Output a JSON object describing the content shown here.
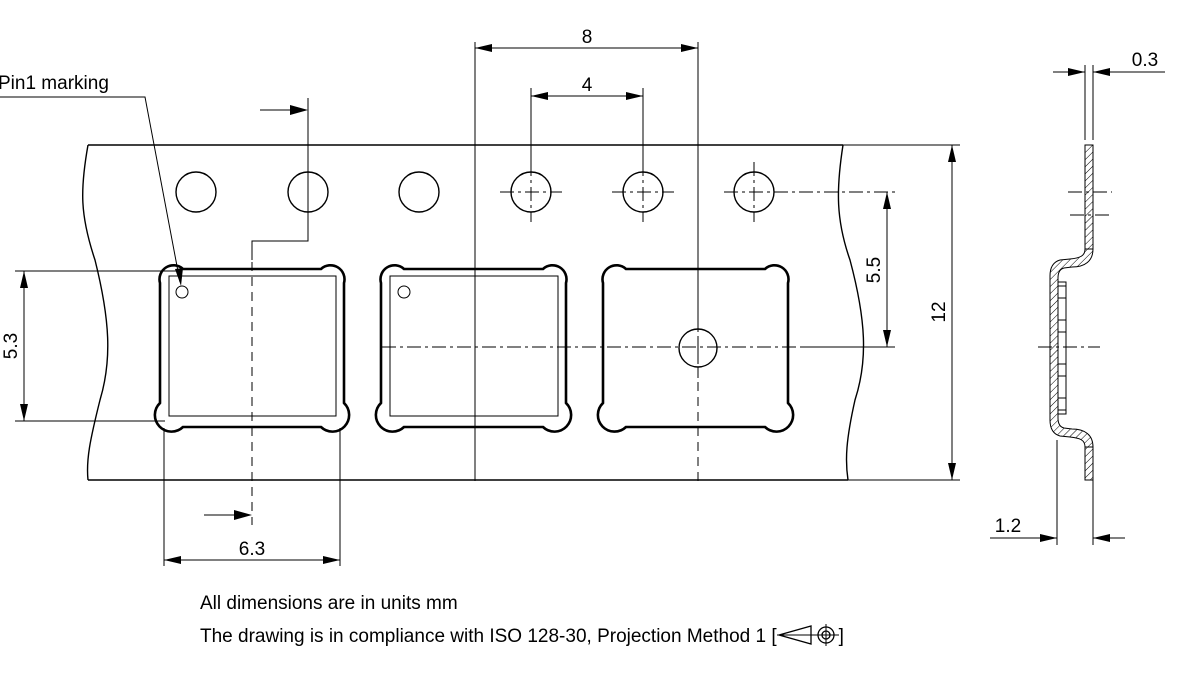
{
  "labels": {
    "pin1": "Pin1 marking",
    "dim_pitch_component": "8",
    "dim_pitch_sprocket": "4",
    "dim_sprocket_to_center": "5.5",
    "dim_tape_width": "12",
    "dim_pocket_length": "5.3",
    "dim_pocket_width": "6.3",
    "dim_tape_thickness": "0.3",
    "dim_pocket_depth": "1.2"
  },
  "notes": {
    "units": "All dimensions are in units mm",
    "compliance": "The drawing is in compliance with ISO 128-30, Projection Method 1 [",
    "compliance_end": "]"
  },
  "symbols": {
    "projection": "first-angle-projection-symbol",
    "arrow": "dimension-arrow-icon"
  }
}
